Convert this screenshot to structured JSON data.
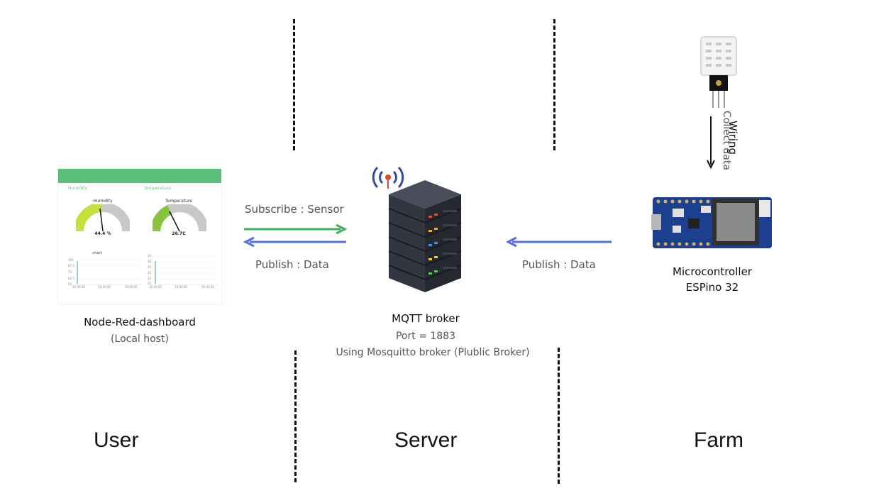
{
  "user": {
    "zone_label": "User",
    "dashboard_title": "Node-Red-dashboard",
    "dashboard_subtitle": "(Local host)",
    "dashboard": {
      "humidity_panel": "Humidity",
      "humidity_gauge": "Humidity",
      "humidity_value": "44.4 %",
      "temperature_panel": "Temperature",
      "temperature_gauge": "Temperature",
      "temperature_value": "26.7C",
      "chart_title": "chart",
      "left_y_ticks": [
        "100",
        "87.5",
        "75",
        "62.5",
        "50"
      ],
      "right_y_ticks": [
        "30",
        "28",
        "26",
        "24",
        "22",
        "20"
      ],
      "left_x_ticks": [
        "16:00:00",
        "18:00:00",
        "20:00:00"
      ],
      "right_x_ticks": [
        "16:00:00",
        "18:00:00",
        "20:00:00"
      ],
      "humidity_color": "#c6e03b",
      "temperature_color": "#86c43a",
      "header_color": "#5bbf7a"
    }
  },
  "server": {
    "zone_label": "Server",
    "title": "MQTT broker",
    "port": "Port = 1883",
    "note": "Using Mosquitto broker (Plublic Broker)"
  },
  "farm": {
    "zone_label": "Farm",
    "device_title": "Microcontroller",
    "device_subtitle": "ESPino 32",
    "wiring_label": "Wiring",
    "collect_label": "Collect data"
  },
  "links": {
    "subscribe_label": "Subscribe : Sensor",
    "publish_user_label": "Publish :  Data",
    "publish_farm_label": "Publish : Data",
    "subscribe_color": "#3cb35a",
    "publish_color": "#5570e0"
  }
}
